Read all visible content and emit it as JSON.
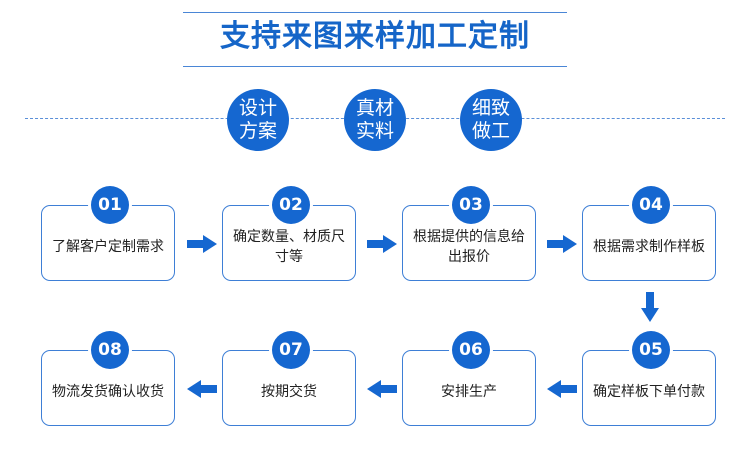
{
  "title": "支持来图来样加工定制",
  "features": [
    {
      "line1": "设计",
      "line2": "方案"
    },
    {
      "line1": "真材",
      "line2": "实料"
    },
    {
      "line1": "细致",
      "line2": "做工"
    }
  ],
  "steps": [
    {
      "num": "01",
      "label": "了解客户定制需求"
    },
    {
      "num": "02",
      "label": "确定数量、材质尺寸等"
    },
    {
      "num": "03",
      "label": "根据提供的信息给出报价"
    },
    {
      "num": "04",
      "label": "根据需求制作样板"
    },
    {
      "num": "05",
      "label": "确定样板下单付款"
    },
    {
      "num": "06",
      "label": "安排生产"
    },
    {
      "num": "07",
      "label": "按期交货"
    },
    {
      "num": "08",
      "label": "物流发货确认收货"
    }
  ],
  "colors": {
    "accent": "#1567d0",
    "border": "#3e7fd6",
    "title": "#1565c8"
  },
  "icons": [
    "arrow-right-icon",
    "arrow-left-icon",
    "arrow-down-icon"
  ]
}
